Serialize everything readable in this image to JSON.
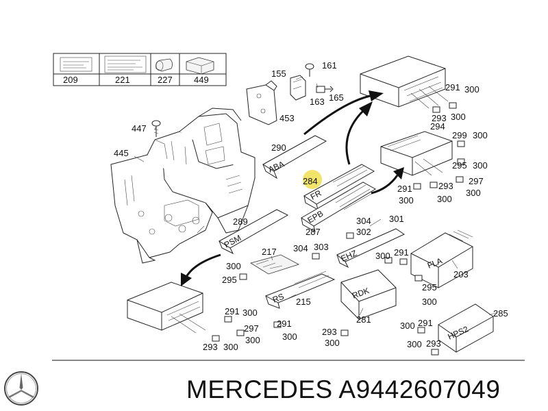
{
  "brand_text": "MERCEDES A9442607049",
  "legend": [
    {
      "part": "209"
    },
    {
      "part": "221"
    },
    {
      "part": "227"
    },
    {
      "part": "449"
    }
  ],
  "callouts": [
    {
      "n": "161"
    },
    {
      "n": "155"
    },
    {
      "n": "163"
    },
    {
      "n": "165"
    },
    {
      "n": "453"
    },
    {
      "n": "447"
    },
    {
      "n": "445"
    },
    {
      "n": "290"
    },
    {
      "n": "284"
    },
    {
      "n": "287"
    },
    {
      "n": "289"
    },
    {
      "n": "217"
    },
    {
      "n": "215"
    },
    {
      "n": "304"
    },
    {
      "n": "303"
    },
    {
      "n": "304"
    },
    {
      "n": "302"
    },
    {
      "n": "301"
    },
    {
      "n": "300"
    },
    {
      "n": "291"
    },
    {
      "n": "203"
    },
    {
      "n": "295"
    },
    {
      "n": "300"
    },
    {
      "n": "300"
    },
    {
      "n": "295"
    },
    {
      "n": "281"
    },
    {
      "n": "293"
    },
    {
      "n": "300"
    },
    {
      "n": "285"
    },
    {
      "n": "300"
    },
    {
      "n": "291"
    },
    {
      "n": "300"
    },
    {
      "n": "293"
    },
    {
      "n": "291"
    },
    {
      "n": "300"
    },
    {
      "n": "297"
    },
    {
      "n": "300"
    },
    {
      "n": "291"
    },
    {
      "n": "300"
    },
    {
      "n": "293"
    },
    {
      "n": "300"
    },
    {
      "n": "291"
    },
    {
      "n": "300"
    },
    {
      "n": "293"
    },
    {
      "n": "300"
    },
    {
      "n": "294"
    },
    {
      "n": "299"
    },
    {
      "n": "300"
    },
    {
      "n": "295"
    },
    {
      "n": "300"
    },
    {
      "n": "291"
    },
    {
      "n": "300"
    },
    {
      "n": "293"
    },
    {
      "n": "300"
    },
    {
      "n": "297"
    },
    {
      "n": "300"
    }
  ],
  "module_labels": {
    "aba": "ABA",
    "fr": "FR",
    "epb": "EPB",
    "psm": "PSM",
    "rs": "RS",
    "ehz": "EHZ",
    "rdk": "RDK",
    "fla": "FLA",
    "hps2": "HPS2"
  },
  "highlight_color": "#f2e46a",
  "logo_icon": "mercedes-star-icon"
}
